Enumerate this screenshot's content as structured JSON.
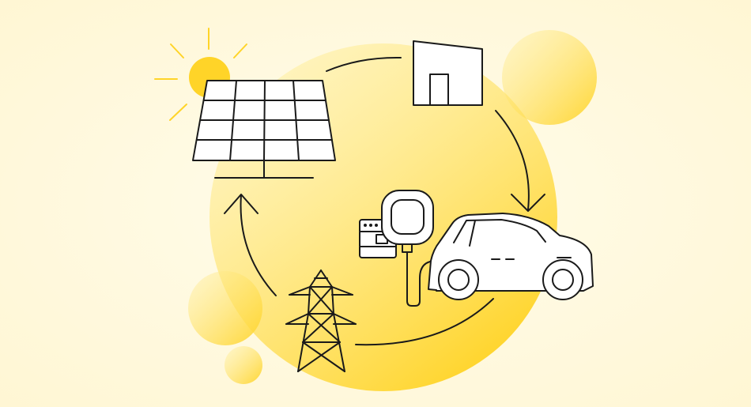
{
  "colors": {
    "background": "#FFF6D2",
    "background_light": "#FFFCEC",
    "accent_yellow": "#FFD428",
    "accent_yellow_light": "#FFEFA0",
    "line": "#1A1A1A",
    "fill": "#FFFFFF"
  },
  "diagram": {
    "type": "energy-cycle",
    "nodes": [
      {
        "id": "solar",
        "icon": "solar-panel-icon"
      },
      {
        "id": "house",
        "icon": "house-icon"
      },
      {
        "id": "ev-charging",
        "icon": "ev-charger-icon"
      },
      {
        "id": "car",
        "icon": "electric-car-icon"
      },
      {
        "id": "grid",
        "icon": "power-pylon-icon"
      }
    ],
    "flow": [
      [
        "solar",
        "house"
      ],
      [
        "house",
        "ev-charging"
      ],
      [
        "ev-charging",
        "grid"
      ],
      [
        "grid",
        "solar"
      ]
    ]
  }
}
